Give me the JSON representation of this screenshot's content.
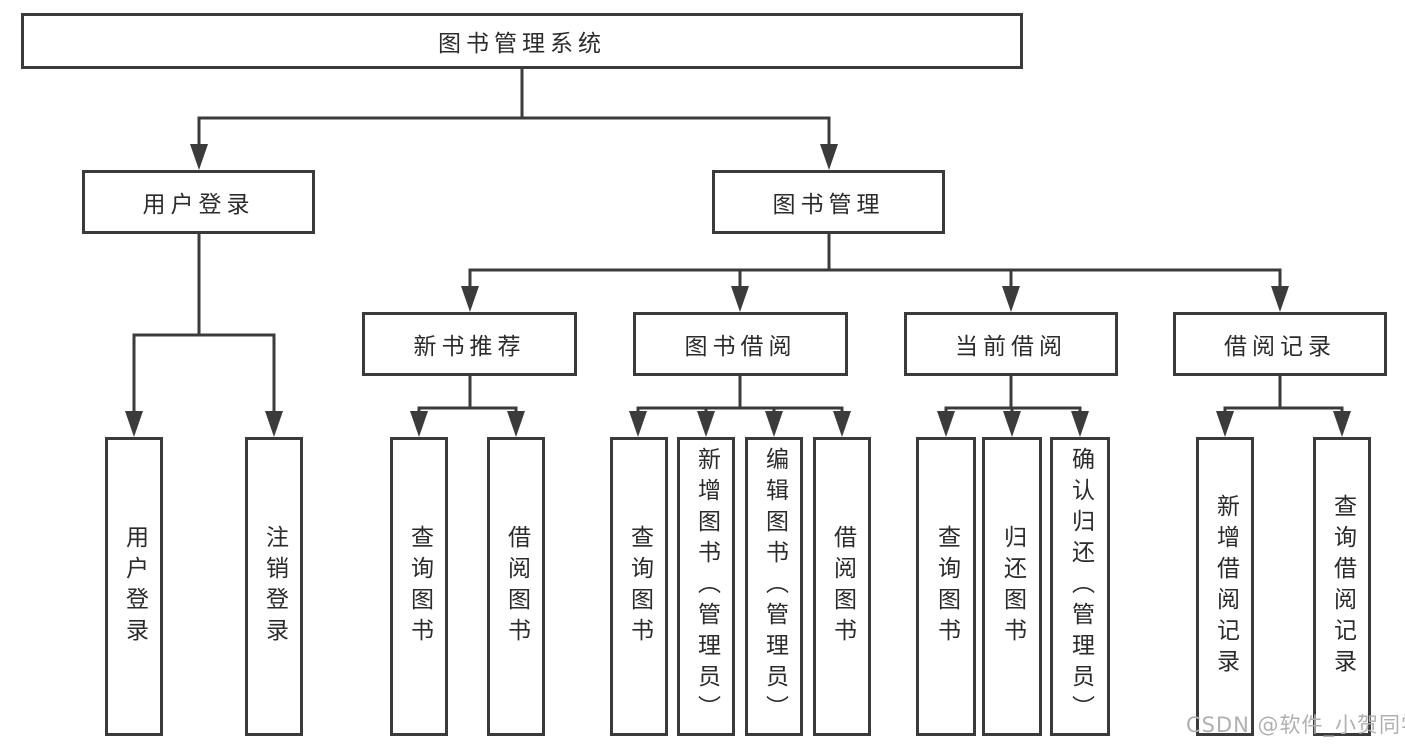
{
  "nodes": {
    "root": "图书管理系统",
    "user_login": "用户登录",
    "book_management": "图书管理",
    "new_book_recommend": "新书推荐",
    "book_borrow": "图书借阅",
    "current_borrow": "当前借阅",
    "borrow_record": "借阅记录",
    "leaf_user_login": "用户登录",
    "leaf_logout_login": "注销登录",
    "leaf_recommend_query_book": "查询图书",
    "leaf_recommend_borrow_book": "借阅图书",
    "leaf_borrow_query_book": "查询图书",
    "leaf_borrow_add_book": "新增图书（管理员）",
    "leaf_borrow_edit_book": "编辑图书（管理员）",
    "leaf_borrow_borrow_book": "借阅图书",
    "leaf_current_query_book": "查询图书",
    "leaf_current_return_book": "归还图书",
    "leaf_current_confirm_return": "确认归还（管理员）",
    "leaf_record_add": "新增借阅记录",
    "leaf_record_query": "查询借阅记录"
  },
  "hierarchy": {
    "图书管理系统": [
      "用户登录",
      "图书管理"
    ],
    "用户登录": [
      "用户登录",
      "注销登录"
    ],
    "图书管理": [
      "新书推荐",
      "图书借阅",
      "当前借阅",
      "借阅记录"
    ],
    "新书推荐": [
      "查询图书",
      "借阅图书"
    ],
    "图书借阅": [
      "查询图书",
      "新增图书（管理员）",
      "编辑图书（管理员）",
      "借阅图书"
    ],
    "当前借阅": [
      "查询图书",
      "归还图书",
      "确认归还（管理员）"
    ],
    "借阅记录": [
      "新增借阅记录",
      "查询借阅记录"
    ]
  },
  "watermark": {
    "text": "CSDN @软件_小贺同学"
  },
  "colors": {
    "line": "#3b3b3b",
    "box_border": "#3a3a3a",
    "text": "#2b2b2b",
    "background": "#ffffff",
    "watermark": "#b0b0b0"
  }
}
